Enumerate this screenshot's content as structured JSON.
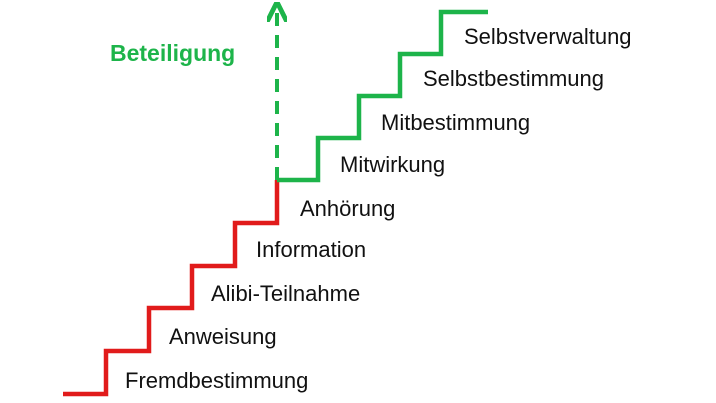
{
  "diagram": {
    "axis_label": "Beteiligung",
    "colors": {
      "participation": "#1db44a",
      "non_participation": "#e11b1b",
      "text": "#111111"
    },
    "steps": [
      {
        "label": "Fremdbestimmung",
        "level": 1,
        "group": "non_participation"
      },
      {
        "label": "Anweisung",
        "level": 2,
        "group": "non_participation"
      },
      {
        "label": "Alibi-Teilnahme",
        "level": 3,
        "group": "non_participation"
      },
      {
        "label": "Information",
        "level": 4,
        "group": "non_participation"
      },
      {
        "label": "Anhörung",
        "level": 5,
        "group": "non_participation"
      },
      {
        "label": "Mitwirkung",
        "level": 6,
        "group": "participation"
      },
      {
        "label": "Mitbestimmung",
        "level": 7,
        "group": "participation"
      },
      {
        "label": "Selbstbestimmung",
        "level": 8,
        "group": "participation"
      },
      {
        "label": "Selbstverwaltung",
        "level": 9,
        "group": "participation"
      }
    ]
  }
}
